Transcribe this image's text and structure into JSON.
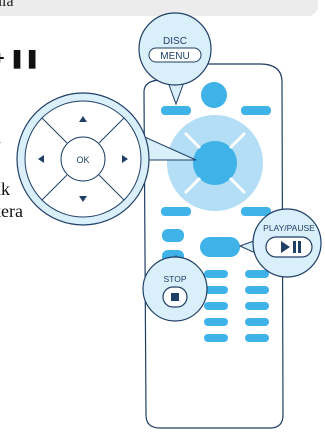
{
  "top_text": "ula",
  "heading_text": "+ ❚❚",
  "side_text": {
    "line1": "n",
    "line2": "uk",
    "line3": "kera"
  },
  "remote": {
    "disc_menu": {
      "line1": "DISC",
      "line2": "MENU"
    },
    "dpad": {
      "center_label": "OK",
      "up_icon": "arrow-up-icon",
      "down_icon": "arrow-down-icon",
      "left_icon": "arrow-left-icon",
      "right_icon": "arrow-right-icon"
    },
    "play_pause": {
      "label": "PLAY/PAUSE",
      "icon": "play-pause-icon"
    },
    "stop": {
      "label": "STOP",
      "icon": "stop-icon"
    }
  },
  "colors": {
    "accent_blue": "#3fb2e8",
    "light_blue": "#d9effa",
    "outline": "#1f3f66"
  }
}
